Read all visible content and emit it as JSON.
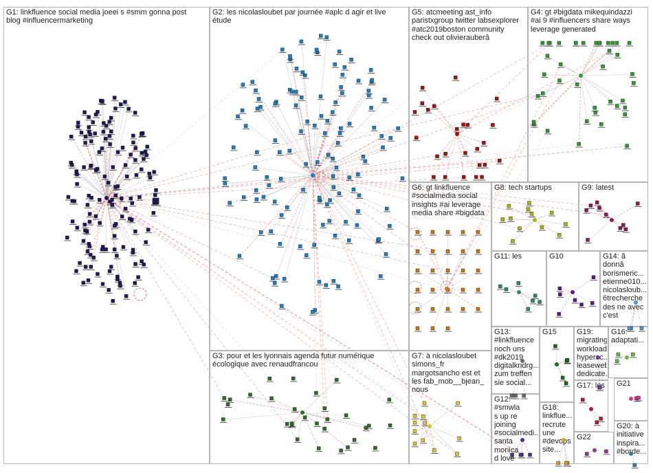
{
  "graph": {
    "groups": [
      {
        "id": "G1",
        "label": "G1: linkfluence social media joeei s #smm gonna post\nblog #influencermarketing",
        "color": "#1e1a5a"
      },
      {
        "id": "G2",
        "label": "G2: les nicolasloubet par journée #aplc d agir et live\nétude",
        "color": "#1f7fc4"
      },
      {
        "id": "G3",
        "label": "G3: pour et les lyonnais agenda futur numérique\nécologique avec renaudfrancou",
        "color": "#2f6e2a"
      },
      {
        "id": "G4",
        "label": "G4: gt #bigdata mikequindazzi\n#ai 9 #influencers share ways\nleverage generated",
        "color": "#2f9a2f"
      },
      {
        "id": "G5",
        "label": "G5: atcmeeting ast_info\nparistxgroup twitter labsexplorer\n#atc2019boston community\ncheck out olivierauberâ",
        "color": "#a01414"
      },
      {
        "id": "G6",
        "label": "G6: gt linkfluence\n#socialmedia social\ninsights #ai leverage\nmedia share #bigdata",
        "color": "#c87814"
      },
      {
        "id": "G7",
        "label": "G7: à nicolasloubet\nsimons_fr\nmargotsancho est et\nles fab_mob__bjean_\nnous",
        "color": "#e0c030"
      },
      {
        "id": "G8",
        "label": "G8: tech startups",
        "color": "#a8b414"
      },
      {
        "id": "G9",
        "label": "G9: latest",
        "color": "#8c1a5a"
      },
      {
        "id": "G10",
        "label": "G10",
        "color": "#5a1a8c"
      },
      {
        "id": "G11",
        "label": "G11: les",
        "color": "#2a8c6a"
      },
      {
        "id": "G12",
        "label": "G12: #smwla\ns up re\njoining\n#socialmedi...\nsanta monica\nd love",
        "color": "#3a3a8c"
      },
      {
        "id": "G13",
        "label": "G13:\n#linkfluence\nnoch uns\n#dk2019\ndigitalkndrg...\nzum treffen\nsie social...",
        "color": "#6a6a6a"
      },
      {
        "id": "G14",
        "label": "G14: ã\ndonnâ\nborismeric...\netienne010...\nnicolasloub...\n6trecherche\ndes ne avec\nc'est",
        "color": "#4a9ad0"
      },
      {
        "id": "G15",
        "label": "G15",
        "color": "#1a6a1a"
      },
      {
        "id": "G16",
        "label": "G16:\nadaptati...",
        "color": "#6ab44a"
      },
      {
        "id": "G17",
        "label": "G17: les",
        "color": "#b41a3a"
      },
      {
        "id": "G18",
        "label": "G18:\nlinkflue...\nrecrute\nune\n#devops\nsite...",
        "color": "#d0a030"
      },
      {
        "id": "G19",
        "label": "G19:\nmigrating\nworkloads\nhypersc...\nleaseweb\ndedicate...",
        "color": "#7a3aa0"
      },
      {
        "id": "G20",
        "label": "G20: à\ninitiative\ninspira...\n#borde...",
        "color": "#3a7aa0"
      },
      {
        "id": "G21",
        "label": "G21",
        "color": "#c83a8c"
      },
      {
        "id": "G22",
        "label": "G22",
        "color": "#8c3a8c"
      }
    ],
    "edge_color": "#e35050",
    "node_border": "#101010"
  }
}
